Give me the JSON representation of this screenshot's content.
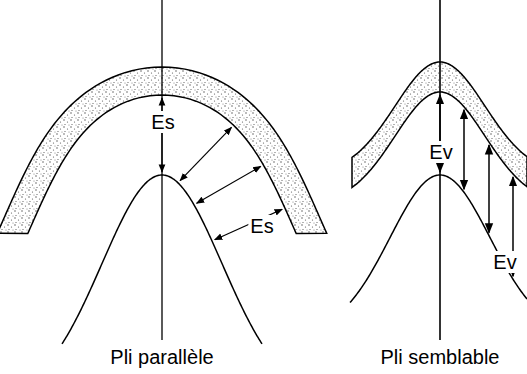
{
  "diagram": {
    "labels": [
      "Es",
      "Es",
      "Ev",
      "Ev",
      "Pli parallèle",
      "Pli semblable"
    ]
  }
}
